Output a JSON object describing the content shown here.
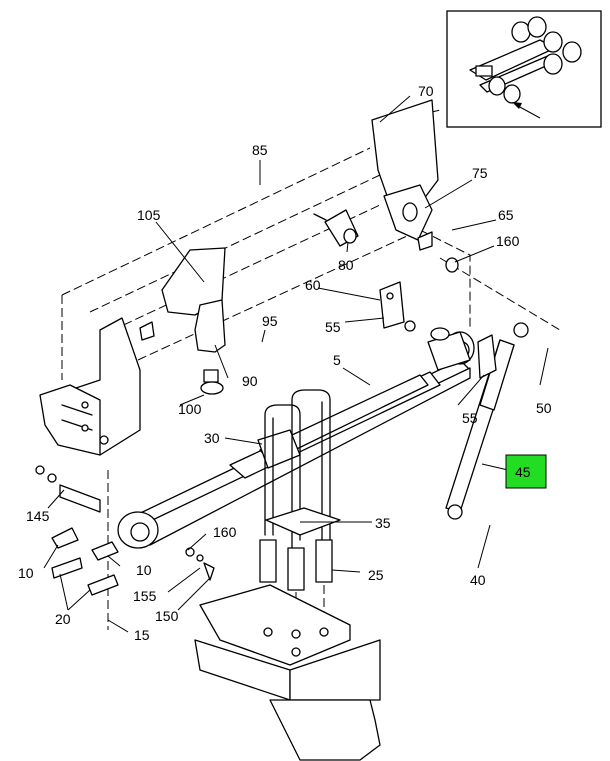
{
  "callouts": {
    "c70": "70",
    "c85": "85",
    "c75": "75",
    "c65": "65",
    "c160a": "160",
    "c105": "105",
    "c80": "80",
    "c60": "60",
    "c95": "95",
    "c55a": "55",
    "c5": "5",
    "c90": "90",
    "c100": "100",
    "c55b": "55",
    "c50": "50",
    "c30": "30",
    "c45": "45",
    "c145": "145",
    "c35": "35",
    "c160b": "160",
    "c10a": "10",
    "c10b": "10",
    "c155": "155",
    "c25": "25",
    "c40": "40",
    "c150": "150",
    "c20": "20",
    "c15": "15"
  },
  "highlight_color": "#22dd22"
}
